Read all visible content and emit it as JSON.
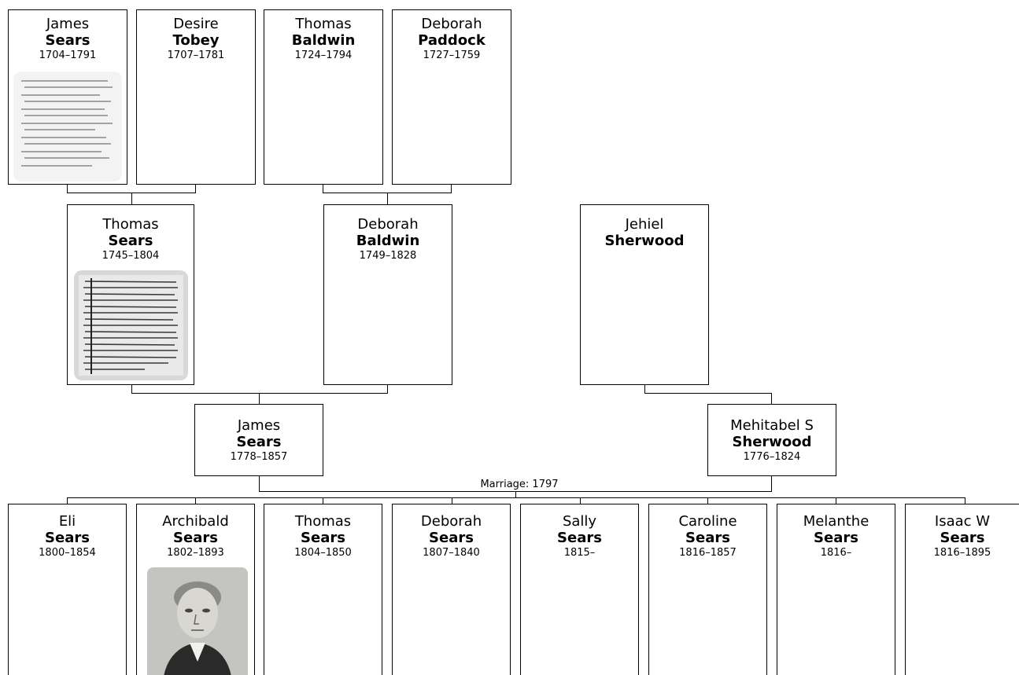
{
  "generation_1": [
    {
      "given": "James",
      "surname": "Sears",
      "dates": "1704–1791"
    },
    {
      "given": "Desire",
      "surname": "Tobey",
      "dates": "1707–1781"
    },
    {
      "given": "Thomas",
      "surname": "Baldwin",
      "dates": "1724–1794"
    },
    {
      "given": "Deborah",
      "surname": "Paddock",
      "dates": "1727–1759"
    }
  ],
  "generation_2": [
    {
      "given": "Thomas",
      "surname": "Sears",
      "dates": "1745–1804"
    },
    {
      "given": "Deborah",
      "surname": "Baldwin",
      "dates": "1749–1828"
    },
    {
      "given": "Jehiel",
      "surname": "Sherwood",
      "dates": ""
    }
  ],
  "generation_3": [
    {
      "given": "James",
      "surname": "Sears",
      "dates": "1778–1857"
    },
    {
      "given": "Mehitabel S",
      "surname": "Sherwood",
      "dates": "1776–1824"
    }
  ],
  "marriage_label": "Marriage: 1797",
  "children": [
    {
      "given": "Eli",
      "surname": "Sears",
      "dates": "1800–1854"
    },
    {
      "given": "Archibald",
      "surname": "Sears",
      "dates": "1802–1893"
    },
    {
      "given": "Thomas",
      "surname": "Sears",
      "dates": "1804–1850"
    },
    {
      "given": "Deborah",
      "surname": "Sears",
      "dates": "1807–1840"
    },
    {
      "given": "Sally",
      "surname": "Sears",
      "dates": "1815–"
    },
    {
      "given": "Caroline",
      "surname": "Sears",
      "dates": "1816–1857"
    },
    {
      "given": "Melanthe",
      "surname": "Sears",
      "dates": "1816–"
    },
    {
      "given": "Isaac W",
      "surname": "Sears",
      "dates": "1816–1895"
    }
  ]
}
